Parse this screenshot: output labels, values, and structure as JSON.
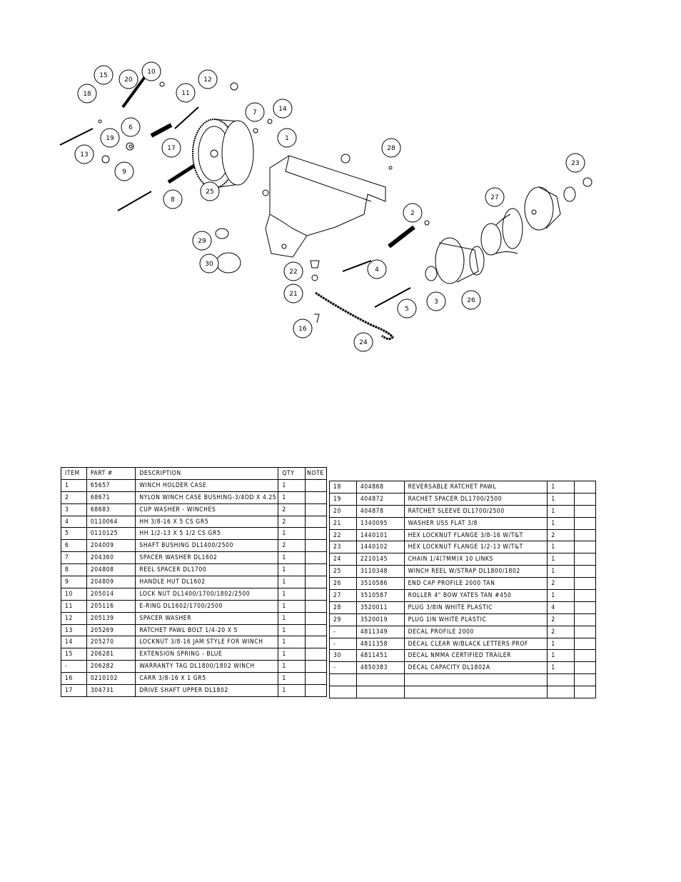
{
  "callouts": [
    "15",
    "20",
    "10",
    "12",
    "11",
    "18",
    "7",
    "14",
    "6",
    "19",
    "1",
    "17",
    "13",
    "9",
    "28",
    "23",
    "8",
    "25",
    "27",
    "2",
    "29",
    "30",
    "22",
    "4",
    "21",
    "3",
    "26",
    "5",
    "16",
    "24"
  ],
  "left_table": {
    "headers": [
      "ITEM",
      "PART #",
      "DESCRIPTION",
      "QTY",
      "NOTE"
    ],
    "rows": [
      [
        "1",
        "65657",
        "WINCH HOLDER CASE",
        "1",
        ""
      ],
      [
        "2",
        "68671",
        "NYLON WINCH CASE BUSHING-3/4OD X 4.25",
        "1",
        ""
      ],
      [
        "3",
        "68683",
        "CUP WASHER - WINCHES",
        "2",
        ""
      ],
      [
        "4",
        "0110064",
        "HH 3/8-16 X 5 CS GR5",
        "2",
        ""
      ],
      [
        "5",
        "0110125",
        "HH 1/2-13 X 5 1/2 CS GR5",
        "1",
        ""
      ],
      [
        "6",
        "204009",
        "SHAFT BUSHING  DL1400/2500",
        "2",
        ""
      ],
      [
        "7",
        "204360",
        "SPACER WASHER  DL1602",
        "1",
        ""
      ],
      [
        "8",
        "204808",
        "REEL SPACER  DL1700",
        "1",
        ""
      ],
      [
        "9",
        "204809",
        "HANDLE HUT  DL1602",
        "1",
        ""
      ],
      [
        "10",
        "205014",
        "LOCK NUT  DL1400/1700/1802/2500",
        "1",
        ""
      ],
      [
        "11",
        "205116",
        "E-RING DL1602/1700/2500",
        "1",
        ""
      ],
      [
        "12",
        "205139",
        "SPACER WASHER",
        "1",
        ""
      ],
      [
        "13",
        "205269",
        "RATCHET PAWL BOLT 1/4-20 X 5",
        "1",
        ""
      ],
      [
        "14",
        "205270",
        "LOCKNUT 3/8-16 JAM STYLE FOR WINCH",
        "1",
        ""
      ],
      [
        "15",
        "206281",
        "EXTENSION SPRING - BLUE",
        "1",
        ""
      ],
      [
        "-",
        "206282",
        "WARRANTY TAG DL1800/1802 WINCH",
        "1",
        ""
      ],
      [
        "16",
        "0210102",
        "CARR 3/8-16 X 1 GR5",
        "1",
        ""
      ],
      [
        "17",
        "304731",
        "DRIVE SHAFT UPPER  DL1802",
        "1",
        ""
      ]
    ]
  },
  "right_table": {
    "rows": [
      [
        "18",
        "404868",
        "REVERSABLE RATCHET PAWL",
        "1",
        ""
      ],
      [
        "19",
        "404872",
        "RACHET SPACER  DL1700/2500",
        "1",
        ""
      ],
      [
        "20",
        "404878",
        "RATCHET SLEEVE  DL1700/2500",
        "1",
        ""
      ],
      [
        "21",
        "1340095",
        "WASHER USS FLAT 3/8",
        "1",
        ""
      ],
      [
        "22",
        "1440101",
        "HEX LOCKNUT FLANGE 3/8-16 W/T&T",
        "2",
        ""
      ],
      [
        "23",
        "1440102",
        "HEX LOCKNUT FLANGE 1/2-13 W/T&T",
        "1",
        ""
      ],
      [
        "24",
        "2210145",
        "CHAIN 1/4(7MM)X 10 LINKS",
        "1",
        ""
      ],
      [
        "25",
        "3110348",
        "WINCH REEL W/STRAP  DL1800/1802",
        "1",
        ""
      ],
      [
        "26",
        "3510586",
        "END CAP PROFILE 2000 TAN",
        "2",
        ""
      ],
      [
        "27",
        "3510587",
        "ROLLER 4\" BOW YATES TAN #450",
        "1",
        ""
      ],
      [
        "28",
        "3520011",
        "PLUG  3/8IN WHITE PLASTIC",
        "4",
        ""
      ],
      [
        "29",
        "3520019",
        "PLUG  1IN WHITE PLASTIC",
        "2",
        ""
      ],
      [
        "-",
        "4811349",
        "DECAL PROFILE 2000",
        "2",
        ""
      ],
      [
        "-",
        "4811358",
        "DECAL CLEAR W/BLACK LETTERS PROF",
        "1",
        ""
      ],
      [
        "30",
        "4811451",
        " DECAL NMMA CERTIFIED TRAILER",
        "1",
        ""
      ],
      [
        "-",
        "4850383",
        "DECAL CAPACITY DL1802A",
        "1",
        ""
      ],
      [
        "",
        "",
        "",
        "",
        ""
      ],
      [
        "",
        "",
        "",
        "",
        ""
      ]
    ]
  }
}
